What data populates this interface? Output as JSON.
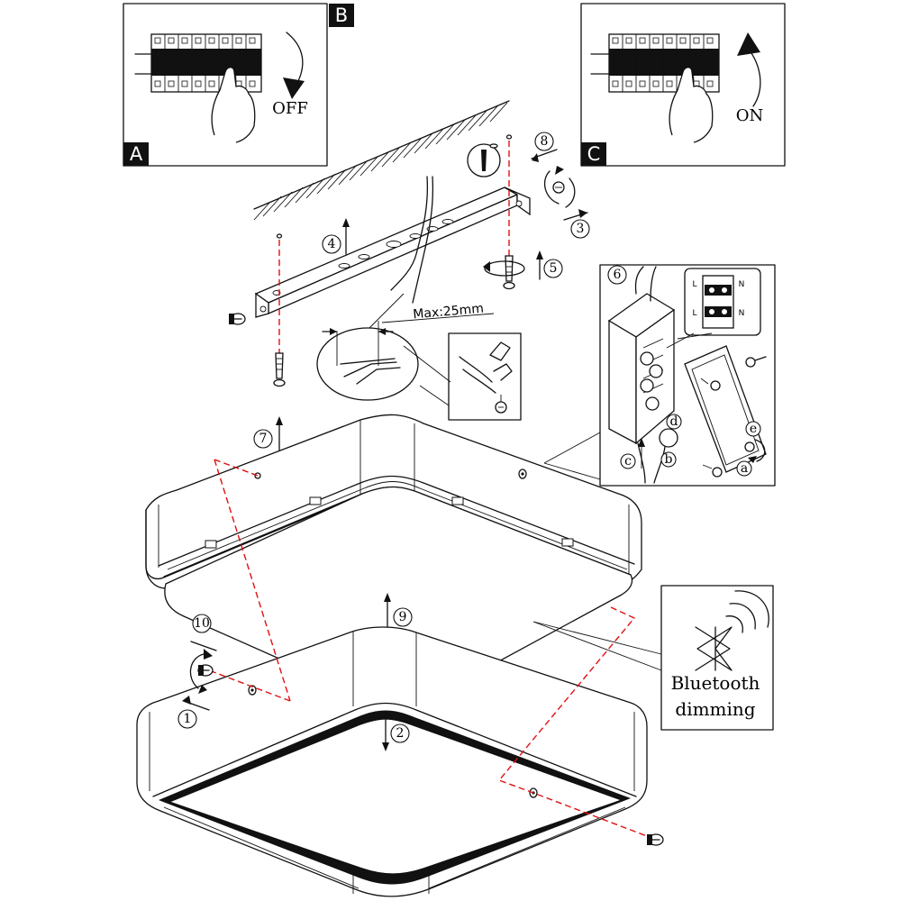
{
  "panels": {
    "a": {
      "letter": "A",
      "action": "OFF"
    },
    "b": {
      "letter": "B"
    },
    "c": {
      "letter": "C",
      "action": "ON"
    }
  },
  "callouts": {
    "s1": "1",
    "s2": "2",
    "s3": "3",
    "s4": "4",
    "s5": "5",
    "s6": "6",
    "s7": "7",
    "s8": "8",
    "s9": "9",
    "s10": "10"
  },
  "junction_box": {
    "letters": {
      "a": "a",
      "b": "b",
      "c": "c",
      "d": "d",
      "e": "e"
    },
    "terminal_labels": {
      "l1": "L",
      "n1": "N",
      "l2": "L",
      "n2": "N"
    }
  },
  "wire_strip": {
    "label": "Max:25mm"
  },
  "bluetooth": {
    "icon": "bluetooth-icon",
    "line1": "Bluetooth",
    "line2": "dimming"
  },
  "colors": {
    "line": "#111111",
    "guide": "#e01010"
  }
}
